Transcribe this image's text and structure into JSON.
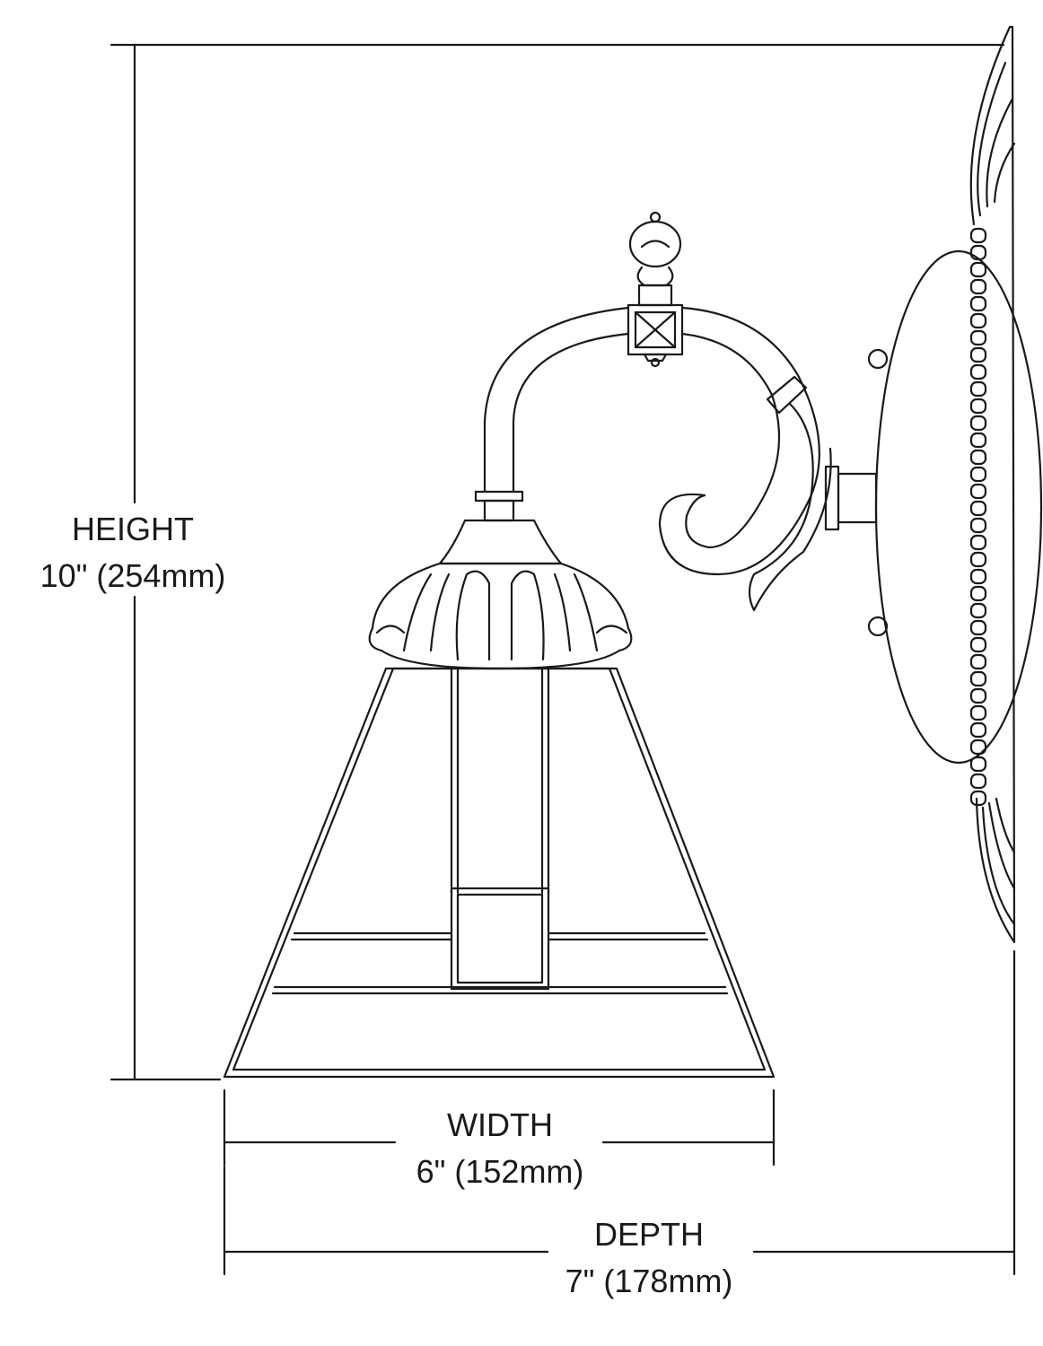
{
  "dimensions": {
    "height": {
      "label": "HEIGHT",
      "value": "10\" (254mm)"
    },
    "width": {
      "label": "WIDTH",
      "value": "6\" (152mm)"
    },
    "depth": {
      "label": "DEPTH",
      "value": "7\" (178mm)"
    }
  },
  "colors": {
    "line": "#1a1a1a",
    "background": "#ffffff"
  }
}
